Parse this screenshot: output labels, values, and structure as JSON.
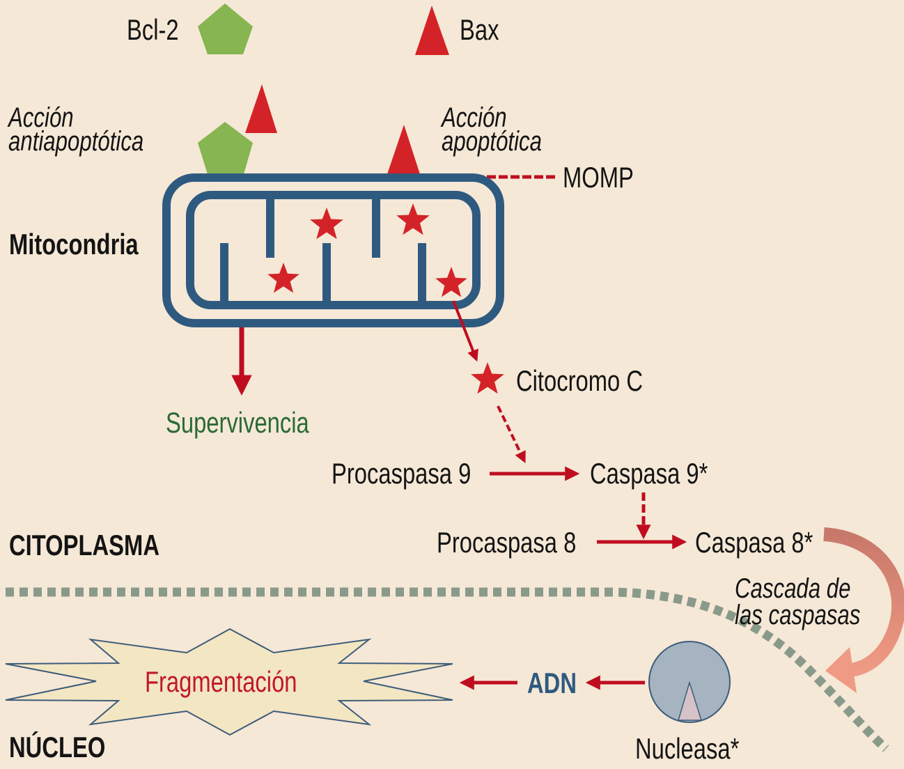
{
  "title": "Vía mitocondrial de la apoptosis",
  "legend": {
    "bcl2": {
      "label": "Bcl-2",
      "shape": "pentagon",
      "color": "#86b552"
    },
    "bax": {
      "label": "Bax",
      "shape": "triangle",
      "color": "#d42328"
    }
  },
  "actions": {
    "anti": {
      "line1": "Acción",
      "line2": "antiapoptótica"
    },
    "pro": {
      "line1": "Acción",
      "line2": "apoptótica"
    }
  },
  "labels": {
    "momp": "MOMP",
    "mitocondria": "Mitocondria",
    "supervivencia": "Supervivencia",
    "citocromo": "Citocromo C",
    "procaspasa9": "Procaspasa 9",
    "caspasa9": "Caspasa 9*",
    "procaspasa8": "Procaspasa 8",
    "caspasa8": "Caspasa 8*",
    "citoplasma": "CITOPLASMA",
    "cascada_line1": "Cascada de",
    "cascada_line2": "las caspasas",
    "fragmentacion": "Fragmentación",
    "adn": "ADN",
    "nucleasa": "Nucleasa*",
    "nucleo": "NÚCLEO"
  },
  "colors": {
    "background": "#f5e8d6",
    "membrane": "#2f5a80",
    "arrow": "#bf0d1f",
    "star": "#d42328",
    "survival_text": "#2a6a35",
    "cascade_arrow": "#e8907a",
    "nuclear_border": "#8a9a8a",
    "nuclease_body": "#a5b4c0",
    "burst_fill": "#f3e6c2"
  }
}
